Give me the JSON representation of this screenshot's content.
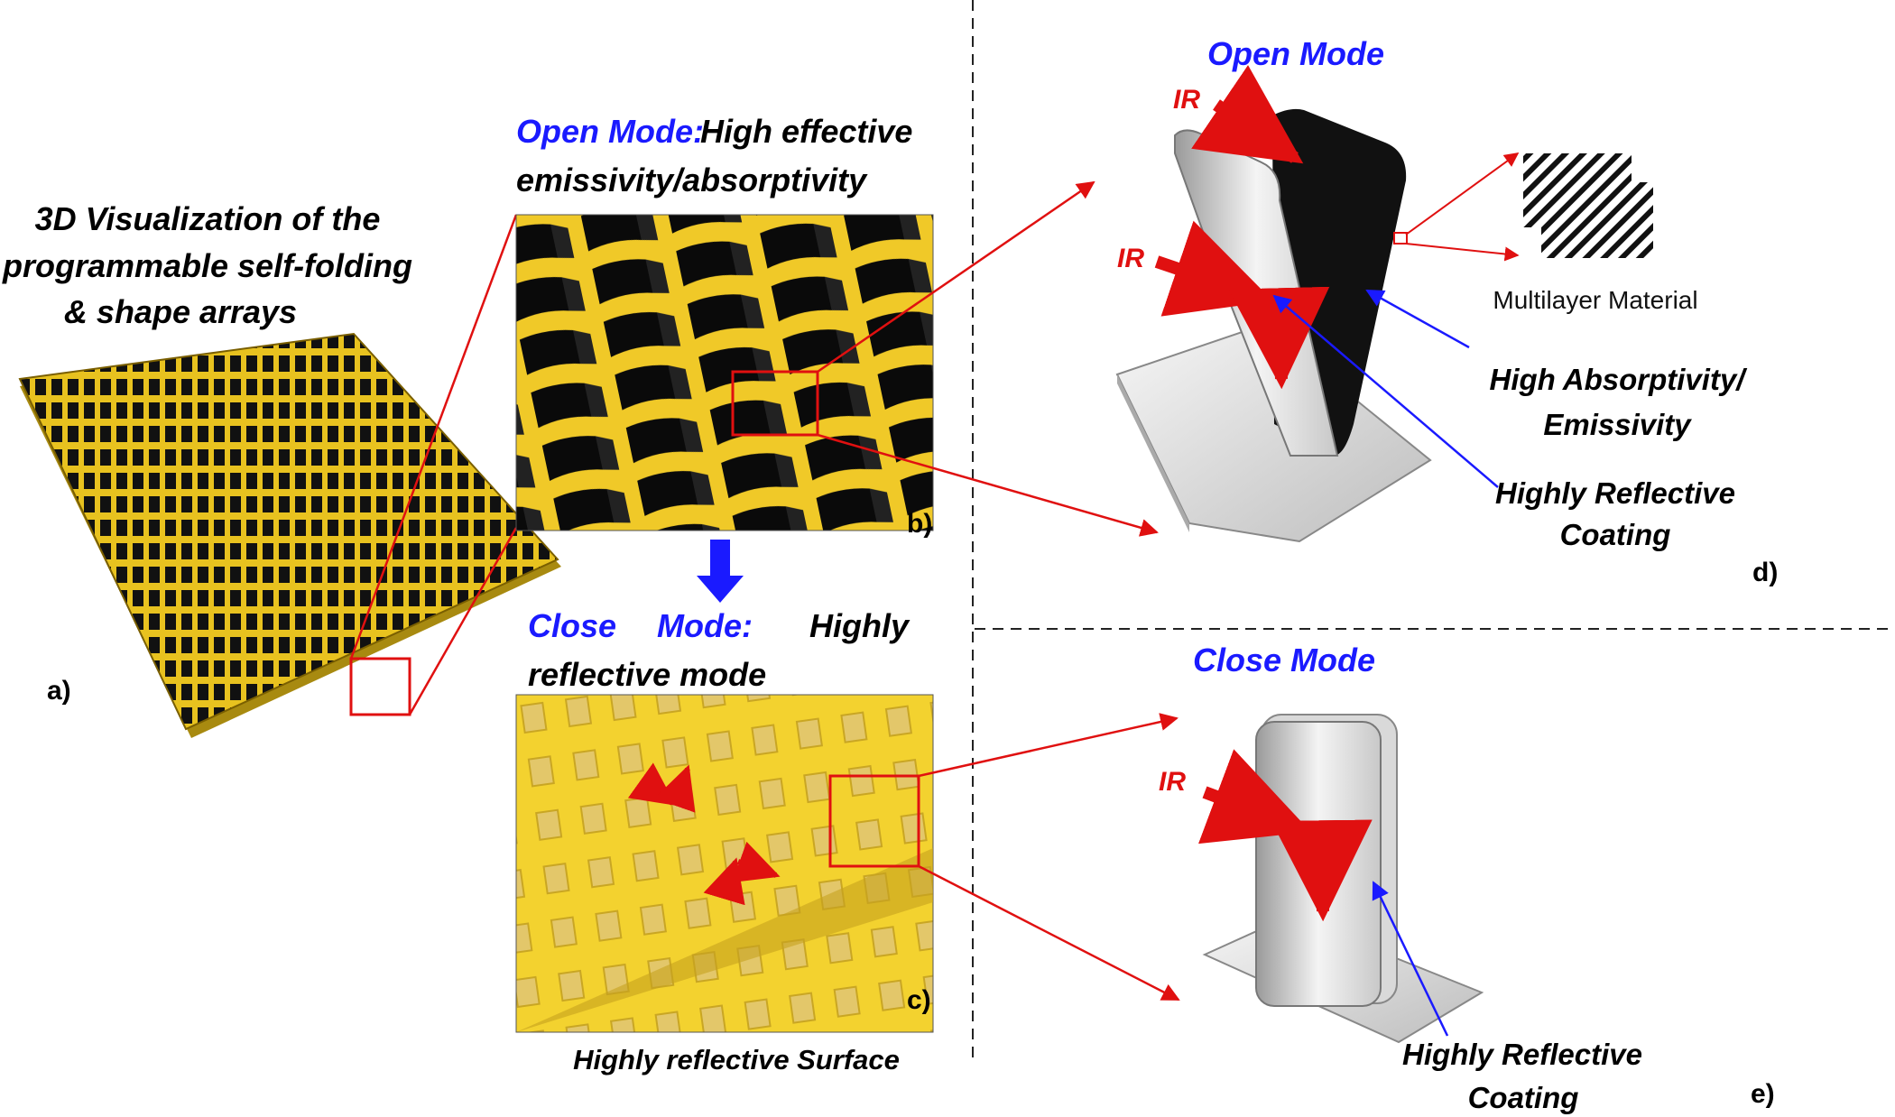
{
  "panel_a": {
    "title_lines": [
      "3D Visualization of the",
      "programmable self-folding",
      "& shape arrays"
    ],
    "letter": "a)"
  },
  "panel_b": {
    "mode_label": "Open Mode:",
    "desc_line1": "High effective",
    "desc_line2": "emissivity/absorptivity",
    "letter": "b)"
  },
  "panel_c": {
    "mode_word1": "Close",
    "mode_word2": "Mode:",
    "desc_word": "Highly",
    "desc_line2": "reflective mode",
    "caption": "Highly reflective Surface",
    "letter": "c)"
  },
  "panel_d": {
    "title": "Open Mode",
    "ir_top": "IR",
    "ir_mid": "IR",
    "multilayer_label": "Multilayer Material",
    "absorptivity_line1": "High Absorptivity/",
    "absorptivity_line2": "Emissivity",
    "reflective_line1": "Highly Reflective",
    "reflective_line2": "Coating",
    "letter": "d)"
  },
  "panel_e": {
    "title": "Close Mode",
    "ir": "IR",
    "reflective_line1": "Highly Reflective",
    "reflective_line2": "Coating",
    "letter": "e)"
  },
  "colors": {
    "accent_blue": "#1a1aff",
    "accent_red": "#e01010",
    "gold": "#f2cf2a",
    "dark_gold": "#8a6a00",
    "black": "#000000"
  }
}
